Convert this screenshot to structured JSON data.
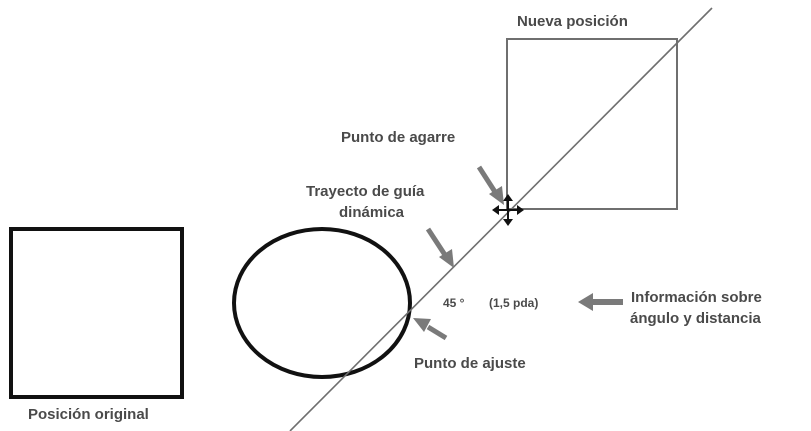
{
  "labels": {
    "new_position": "Nueva posición",
    "grip_point": "Punto de agarre",
    "guide_path_line1": "Trayecto de guía",
    "guide_path_line2": "dinámica",
    "angle_value": "45 °",
    "distance_value": "(1,5 pda)",
    "info_line1": "Información sobre",
    "info_line2": "ángulo y distancia",
    "snap_point": "Punto de ajuste",
    "original_position": "Posición original"
  },
  "icons": {
    "grip": "move-arrows-icon",
    "pointer": "callout-arrow-icon"
  },
  "colors": {
    "text": "#4a4a4a",
    "stroke_dark": "#111111",
    "stroke_light": "#6f6f6f",
    "arrow": "#7a7a7a"
  }
}
